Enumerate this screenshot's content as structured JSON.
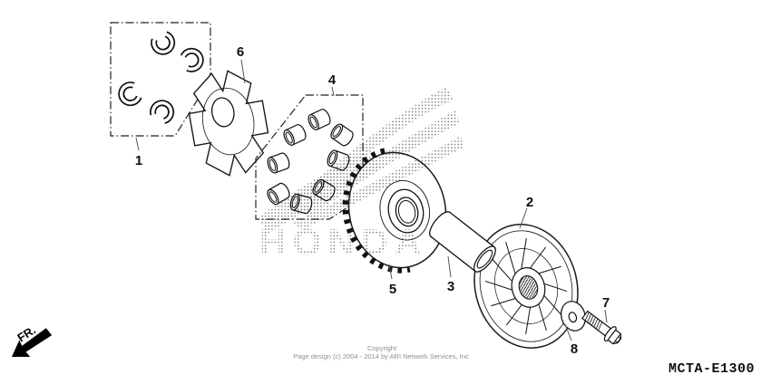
{
  "diagram": {
    "part_code": "MCTA-E1300",
    "watermark_text": "HONDA",
    "direction_label": "FR.",
    "copyright": {
      "line1": "Copyright",
      "line2": "Page design (c) 2004 - 2014 by ARI Network Services, Inc."
    },
    "callouts": {
      "n1": "1",
      "n2": "2",
      "n3": "3",
      "n4": "4",
      "n5": "5",
      "n6": "6",
      "n7": "7",
      "n8": "8"
    }
  }
}
